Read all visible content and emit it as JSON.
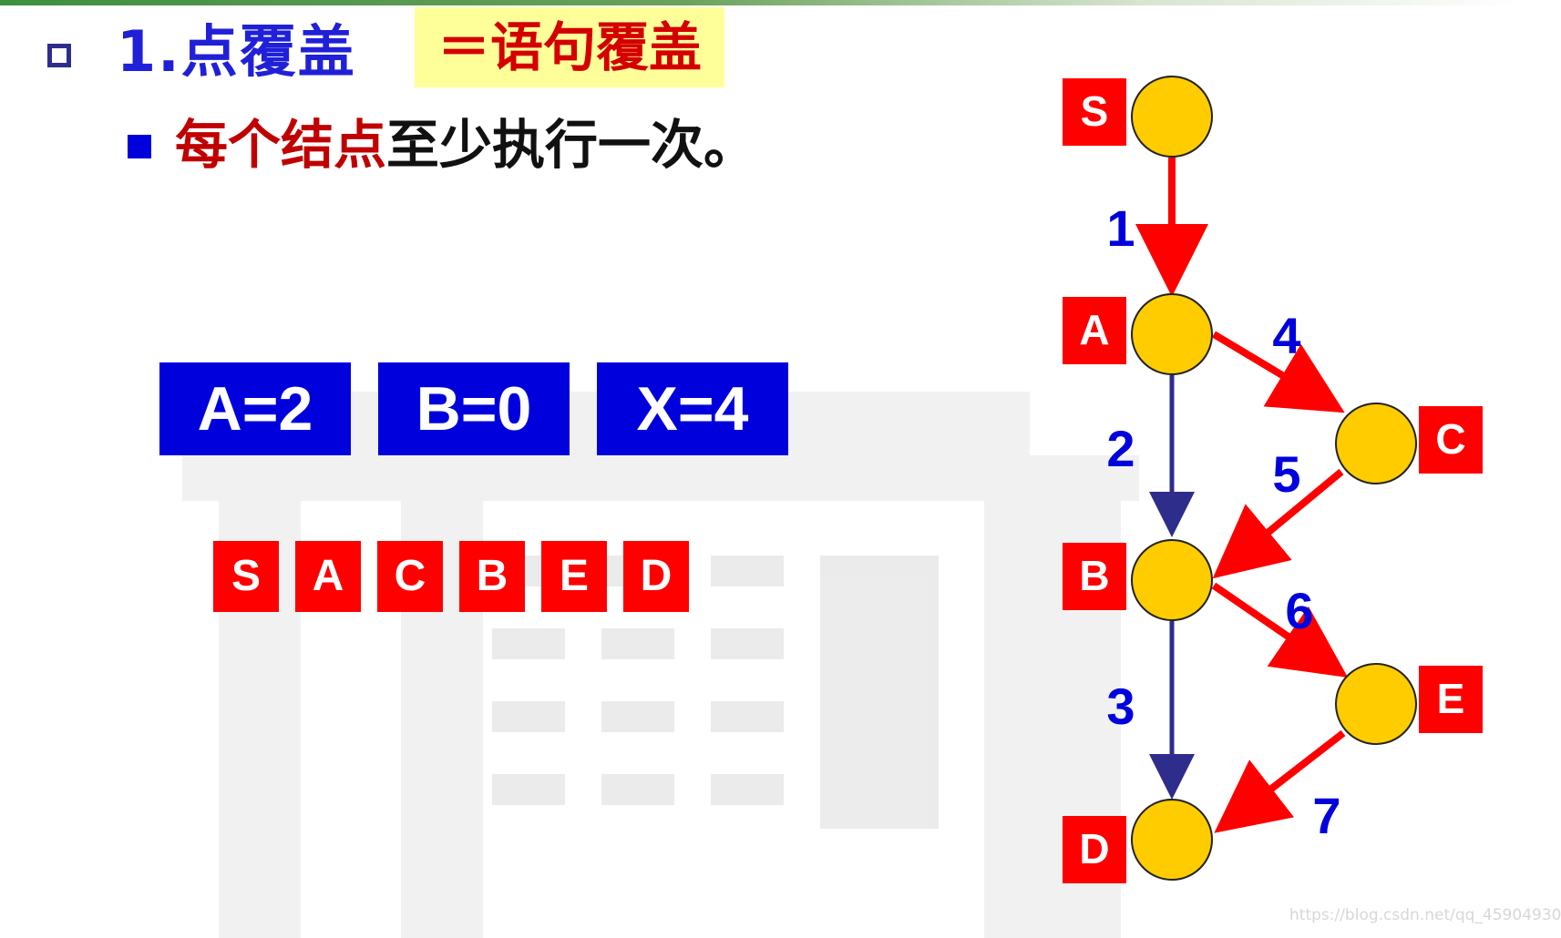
{
  "heading": {
    "number_title": "1.点覆盖",
    "equivalence": "＝语句覆盖"
  },
  "requirement": {
    "emphasis": "每个结点",
    "rest": "至少执行一次。"
  },
  "values": [
    {
      "label": "A=2"
    },
    {
      "label": "B=0"
    },
    {
      "label": "X=4"
    }
  ],
  "path": [
    "S",
    "A",
    "C",
    "B",
    "E",
    "D"
  ],
  "graph": {
    "nodes": [
      {
        "id": "S",
        "label": "S"
      },
      {
        "id": "A",
        "label": "A"
      },
      {
        "id": "C",
        "label": "C"
      },
      {
        "id": "B",
        "label": "B"
      },
      {
        "id": "E",
        "label": "E"
      },
      {
        "id": "D",
        "label": "D"
      }
    ],
    "edges": [
      {
        "label": "1",
        "from": "S",
        "to": "A",
        "highlighted": true
      },
      {
        "label": "2",
        "from": "A",
        "to": "B",
        "highlighted": false
      },
      {
        "label": "3",
        "from": "B",
        "to": "D",
        "highlighted": false
      },
      {
        "label": "4",
        "from": "A",
        "to": "C",
        "highlighted": true
      },
      {
        "label": "5",
        "from": "C",
        "to": "B",
        "highlighted": true
      },
      {
        "label": "6",
        "from": "B",
        "to": "E",
        "highlighted": true
      },
      {
        "label": "7",
        "from": "E",
        "to": "D",
        "highlighted": true
      }
    ],
    "colors": {
      "node_fill": "#ffcc00",
      "node_label_box": "#ff0000",
      "highlighted_edge": "#ff0000",
      "normal_edge": "#2e2d8c",
      "edge_label": "#0000dd"
    }
  },
  "watermark": "https://blog.csdn.net/qq_45904930"
}
